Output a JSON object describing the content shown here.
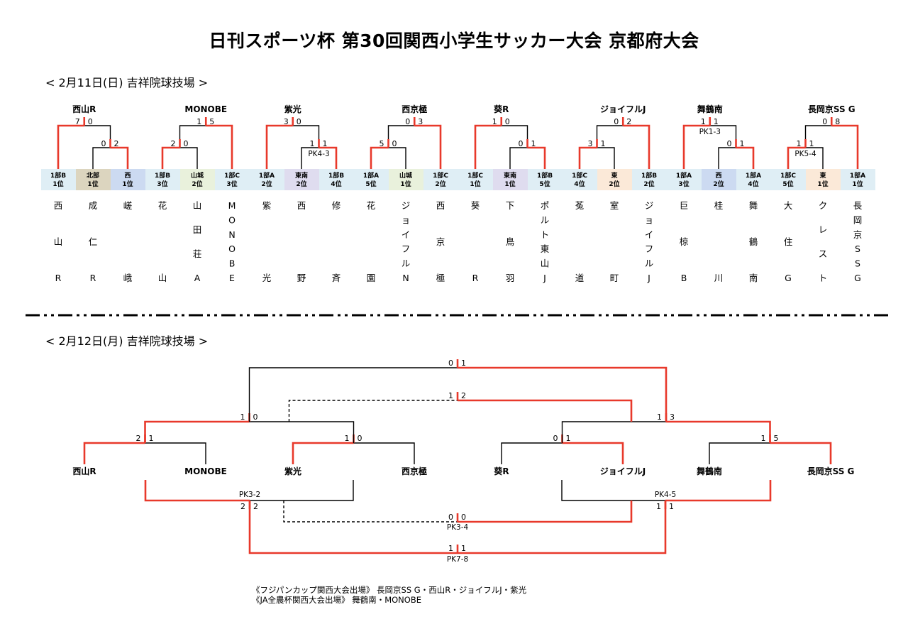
{
  "title": "日刊スポーツ杯 第30回関西小学生サッカー大会 京都府大会",
  "day1": {
    "heading": "< 2月11日(日) 吉祥院球技場 >",
    "groups": [
      {
        "winner": "西山R",
        "top_score": [
          "7",
          "0"
        ],
        "pk": "",
        "sub_score": [
          "0",
          "2"
        ],
        "sub_pk": ""
      },
      {
        "winner": "MONOBE",
        "top_score": [
          "1",
          "5"
        ],
        "pk": "",
        "sub_score": [
          "2",
          "0"
        ],
        "sub_pk": ""
      },
      {
        "winner": "紫光",
        "top_score": [
          "3",
          "0"
        ],
        "pk": "",
        "sub_score": [
          "1",
          "1"
        ],
        "sub_pk": "PK4-3"
      },
      {
        "winner": "西京極",
        "top_score": [
          "0",
          "3"
        ],
        "pk": "",
        "sub_score": [
          "5",
          "0"
        ],
        "sub_pk": ""
      },
      {
        "winner": "葵R",
        "top_score": [
          "1",
          "0"
        ],
        "pk": "",
        "sub_score": [
          "0",
          "1"
        ],
        "sub_pk": ""
      },
      {
        "winner": "ジョイフルJ",
        "top_score": [
          "0",
          "2"
        ],
        "pk": "",
        "sub_score": [
          "3",
          "1"
        ],
        "sub_pk": ""
      },
      {
        "winner": "舞鶴南",
        "top_score": [
          "1",
          "1"
        ],
        "pk": "PK1-3",
        "sub_score": [
          "0",
          "1"
        ],
        "sub_pk": ""
      },
      {
        "winner": "長岡京SS G",
        "top_score": [
          "0",
          "8"
        ],
        "pk": "",
        "sub_score": [
          "1",
          "1"
        ],
        "sub_pk": "PK5-4"
      }
    ],
    "teams": [
      {
        "seed": [
          "1部B",
          "1位"
        ],
        "name": "西山R",
        "color": "#dfeef5"
      },
      {
        "seed": [
          "北部",
          "1位"
        ],
        "name": "成仁R",
        "color": "#dcd5bf"
      },
      {
        "seed": [
          "西",
          "1位"
        ],
        "name": "嵯峨",
        "color": "#ccdaf1"
      },
      {
        "seed": [
          "1部B",
          "3位"
        ],
        "name": "花山",
        "color": "#dfeef5"
      },
      {
        "seed": [
          "山城",
          "2位"
        ],
        "name": "山田荘A",
        "color": "#e9f1dc"
      },
      {
        "seed": [
          "1部C",
          "3位"
        ],
        "name": "MONOBE",
        "color": "#dfeef5"
      },
      {
        "seed": [
          "1部A",
          "2位"
        ],
        "name": "紫光",
        "color": "#dfeef5"
      },
      {
        "seed": [
          "東南",
          "2位"
        ],
        "name": "西野",
        "color": "#dfdcef"
      },
      {
        "seed": [
          "1部B",
          "4位"
        ],
        "name": "修斉",
        "color": "#dfeef5"
      },
      {
        "seed": [
          "1部A",
          "5位"
        ],
        "name": "花園",
        "color": "#dfeef5"
      },
      {
        "seed": [
          "山城",
          "1位"
        ],
        "name": "ジョイフルN",
        "color": "#e9f1dc"
      },
      {
        "seed": [
          "1部C",
          "2位"
        ],
        "name": "西京極",
        "color": "#dfeef5"
      },
      {
        "seed": [
          "1部C",
          "1位"
        ],
        "name": "葵R",
        "color": "#dfeef5"
      },
      {
        "seed": [
          "東南",
          "1位"
        ],
        "name": "下鳥羽",
        "color": "#dfdcef"
      },
      {
        "seed": [
          "1部B",
          "5位"
        ],
        "name": "ポルト東山J",
        "color": "#dfeef5"
      },
      {
        "seed": [
          "1部C",
          "4位"
        ],
        "name": "菟道",
        "color": "#dfeef5"
      },
      {
        "seed": [
          "東",
          "2位"
        ],
        "name": "室町",
        "color": "#fbe9d8"
      },
      {
        "seed": [
          "1部B",
          "2位"
        ],
        "name": "ジョイフルJ",
        "color": "#dfeef5"
      },
      {
        "seed": [
          "1部A",
          "3位"
        ],
        "name": "巨椋B",
        "color": "#dfeef5"
      },
      {
        "seed": [
          "西",
          "2位"
        ],
        "name": "桂川",
        "color": "#ccdaf1"
      },
      {
        "seed": [
          "1部A",
          "4位"
        ],
        "name": "舞鶴南",
        "color": "#dfeef5"
      },
      {
        "seed": [
          "1部C",
          "5位"
        ],
        "name": "大住G",
        "color": "#dfeef5"
      },
      {
        "seed": [
          "東",
          "1位"
        ],
        "name": "クレスト",
        "color": "#fbe9d8"
      },
      {
        "seed": [
          "1部A",
          "1位"
        ],
        "name": "長岡京SS G",
        "color": "#dfeef5"
      }
    ]
  },
  "day2": {
    "heading": "< 2月12日(月) 吉祥院球技場 >",
    "teams": [
      "西山R",
      "MONOBE",
      "紫光",
      "西京極",
      "葵R",
      "ジョイフルJ",
      "舞鶴南",
      "長岡京SS G"
    ],
    "scores": {
      "r1_a": [
        "2",
        "1"
      ],
      "r1_b": [
        "1",
        "0"
      ],
      "r1_c": [
        "0",
        "1"
      ],
      "r1_d": [
        "1",
        "5"
      ],
      "sf_left": [
        "1",
        "0"
      ],
      "sf_right": [
        "1",
        "3"
      ],
      "final": [
        "0",
        "1"
      ],
      "third_place": [
        "1",
        "2"
      ],
      "loser_left": [
        "2",
        "2"
      ],
      "loser_left_pk": "PK3-2",
      "loser_right": [
        "1",
        "1"
      ],
      "loser_right_pk": "PK4-5",
      "loser_mid": [
        "0",
        "0"
      ],
      "loser_mid_pk": "PK3-4",
      "loser_final": [
        "1",
        "1"
      ],
      "loser_final_pk": "PK7-8"
    }
  },
  "notes": [
    "《フジパンカップ関西大会出場》 長岡京SS G・西山R・ジョイフルJ・紫光",
    "《JA全農杯関西大会出場》 舞鶴南・MONOBE"
  ],
  "colors": {
    "win_line": "#e8392b",
    "line": "#000000",
    "divider": "#000000"
  }
}
